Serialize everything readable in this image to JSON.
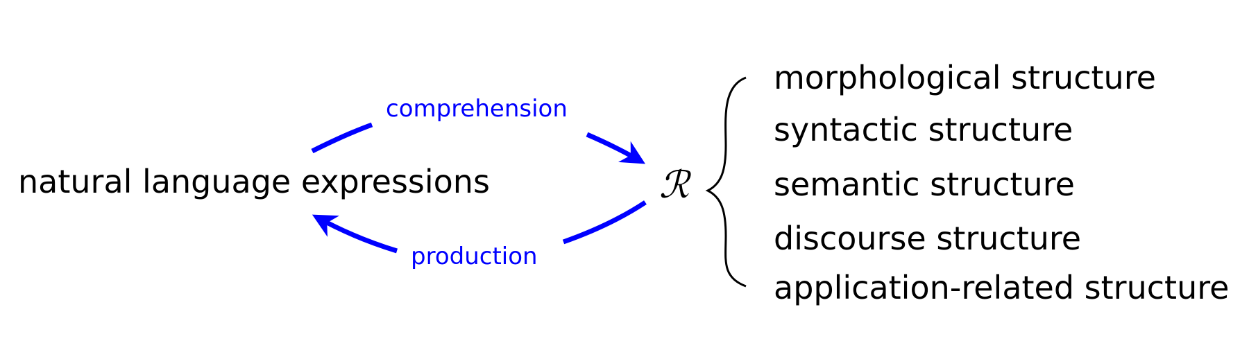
{
  "diagram": {
    "left_label": "natural language expressions",
    "center_symbol": "ℛ",
    "top_arc_label": "comprehension",
    "bottom_arc_label": "production",
    "structures": [
      "morphological structure",
      "syntactic structure",
      "semantic structure",
      "discourse structure",
      "application-related structure"
    ]
  },
  "colors": {
    "arc": "#0000ff",
    "text": "#000000",
    "brace": "#000000"
  }
}
